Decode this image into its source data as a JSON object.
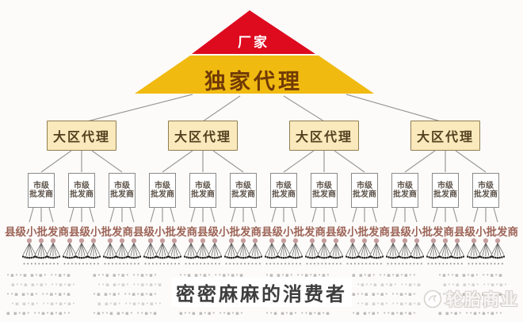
{
  "pyramid": {
    "factory": {
      "label": "厂家",
      "fill": "#de0a1e",
      "text_color": "#ffffff"
    },
    "exclusive_agent": {
      "label": "独家代理",
      "fill": "#f1ba10",
      "text_color": "#713a06"
    }
  },
  "regional_agents": {
    "label": "大区代理",
    "count": 4,
    "fill": "#fae9bc",
    "border_color": "#917d50",
    "text_color": "#53401f"
  },
  "city_wholesalers": {
    "label_line1": "市级",
    "label_line2": "批发商",
    "count": 12,
    "fill": "#ffffff",
    "border_color": "#8a8a8a",
    "text_color": "#5c5249"
  },
  "county_wholesalers": {
    "label": "县级小批发商",
    "repeat": 8,
    "text_color": "#9d6457"
  },
  "consumer_clusters": {
    "cluster_count": 12,
    "fans_per_cluster": 3,
    "head_color": "#c89d9d",
    "line_color": "#5b5b5b",
    "dot_color": "#222222",
    "subdot_color": "#909090"
  },
  "consumer_sea": {
    "rows": 5,
    "cols": 6,
    "pattern": "•▪••▪ ▪•▪• ••▪•▪",
    "color": "#bcb8b4"
  },
  "consumers_caption": {
    "label": "密密麻麻的消费者",
    "text_color": "#3d3d3d"
  },
  "watermark": {
    "label": "轮胎商业",
    "text_color": "#f7f6f4",
    "outline_color": "#d6d2cd"
  },
  "connector_color": "#9a9a9a",
  "background": "#fcfbfa"
}
